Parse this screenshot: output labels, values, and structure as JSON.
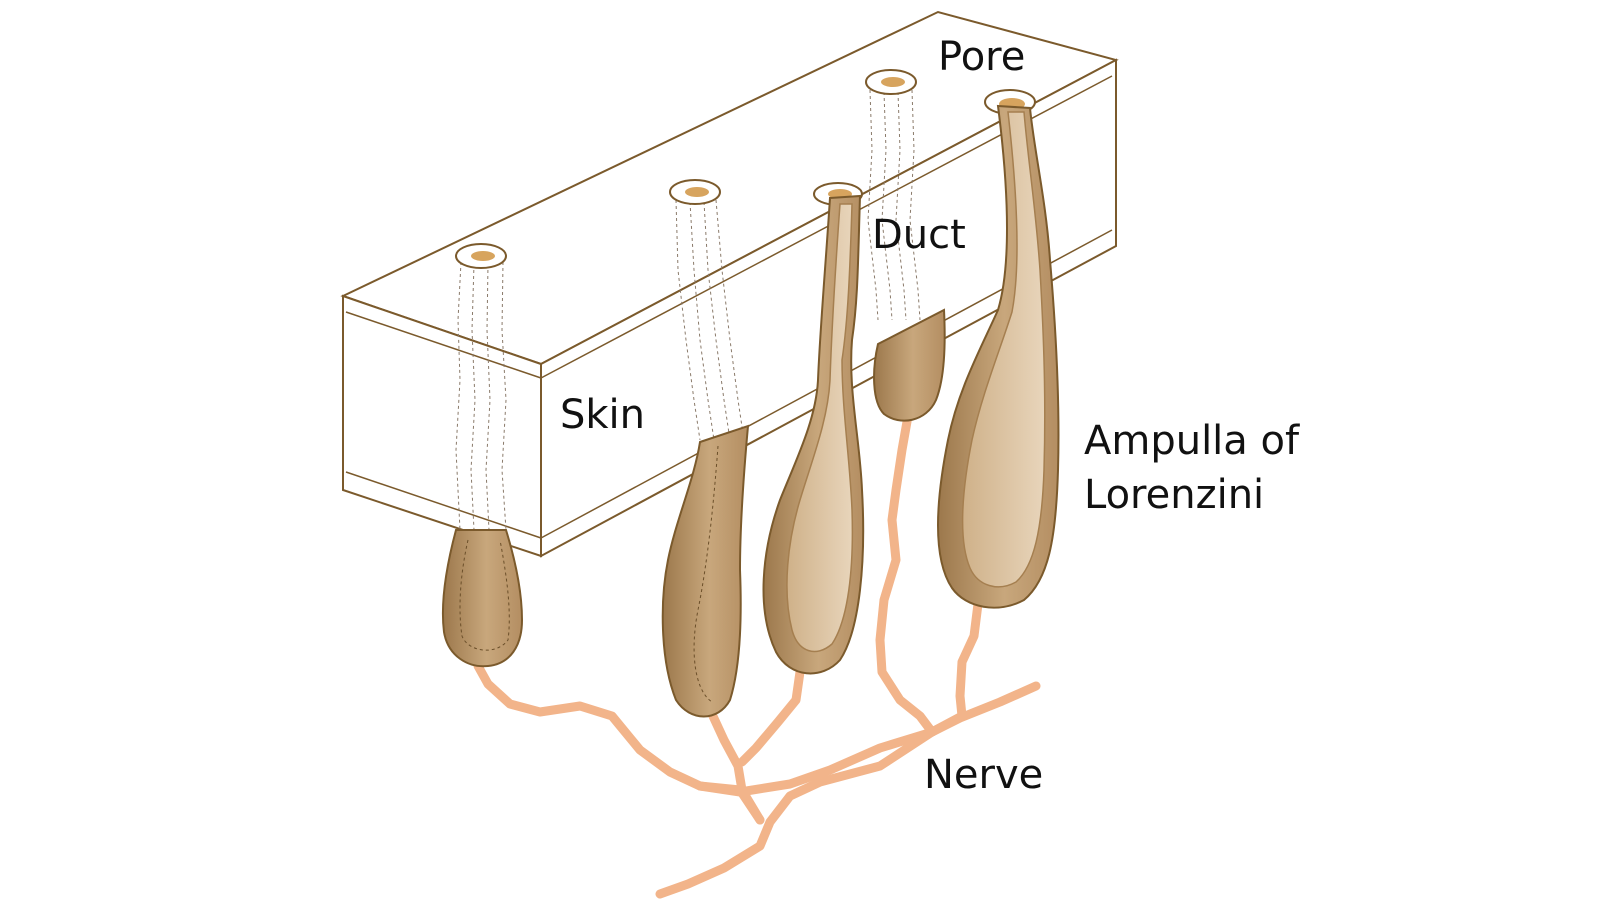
{
  "labels": {
    "pore": "Pore",
    "duct": "Duct",
    "skin": "Skin",
    "ampulla_line1": "Ampulla of",
    "ampulla_line2": "Lorenzini",
    "nerve": "Nerve"
  },
  "colors": {
    "outline": "#7b5a2c",
    "skin_fill": "#ffffff",
    "ampulla_fill": "#c39f73",
    "ampulla_dark": "#9c784c",
    "ampulla_inner": "#dcc3a2",
    "pore_fill": "#d7a45e",
    "nerve": "#f2b48a",
    "text": "#111111"
  }
}
